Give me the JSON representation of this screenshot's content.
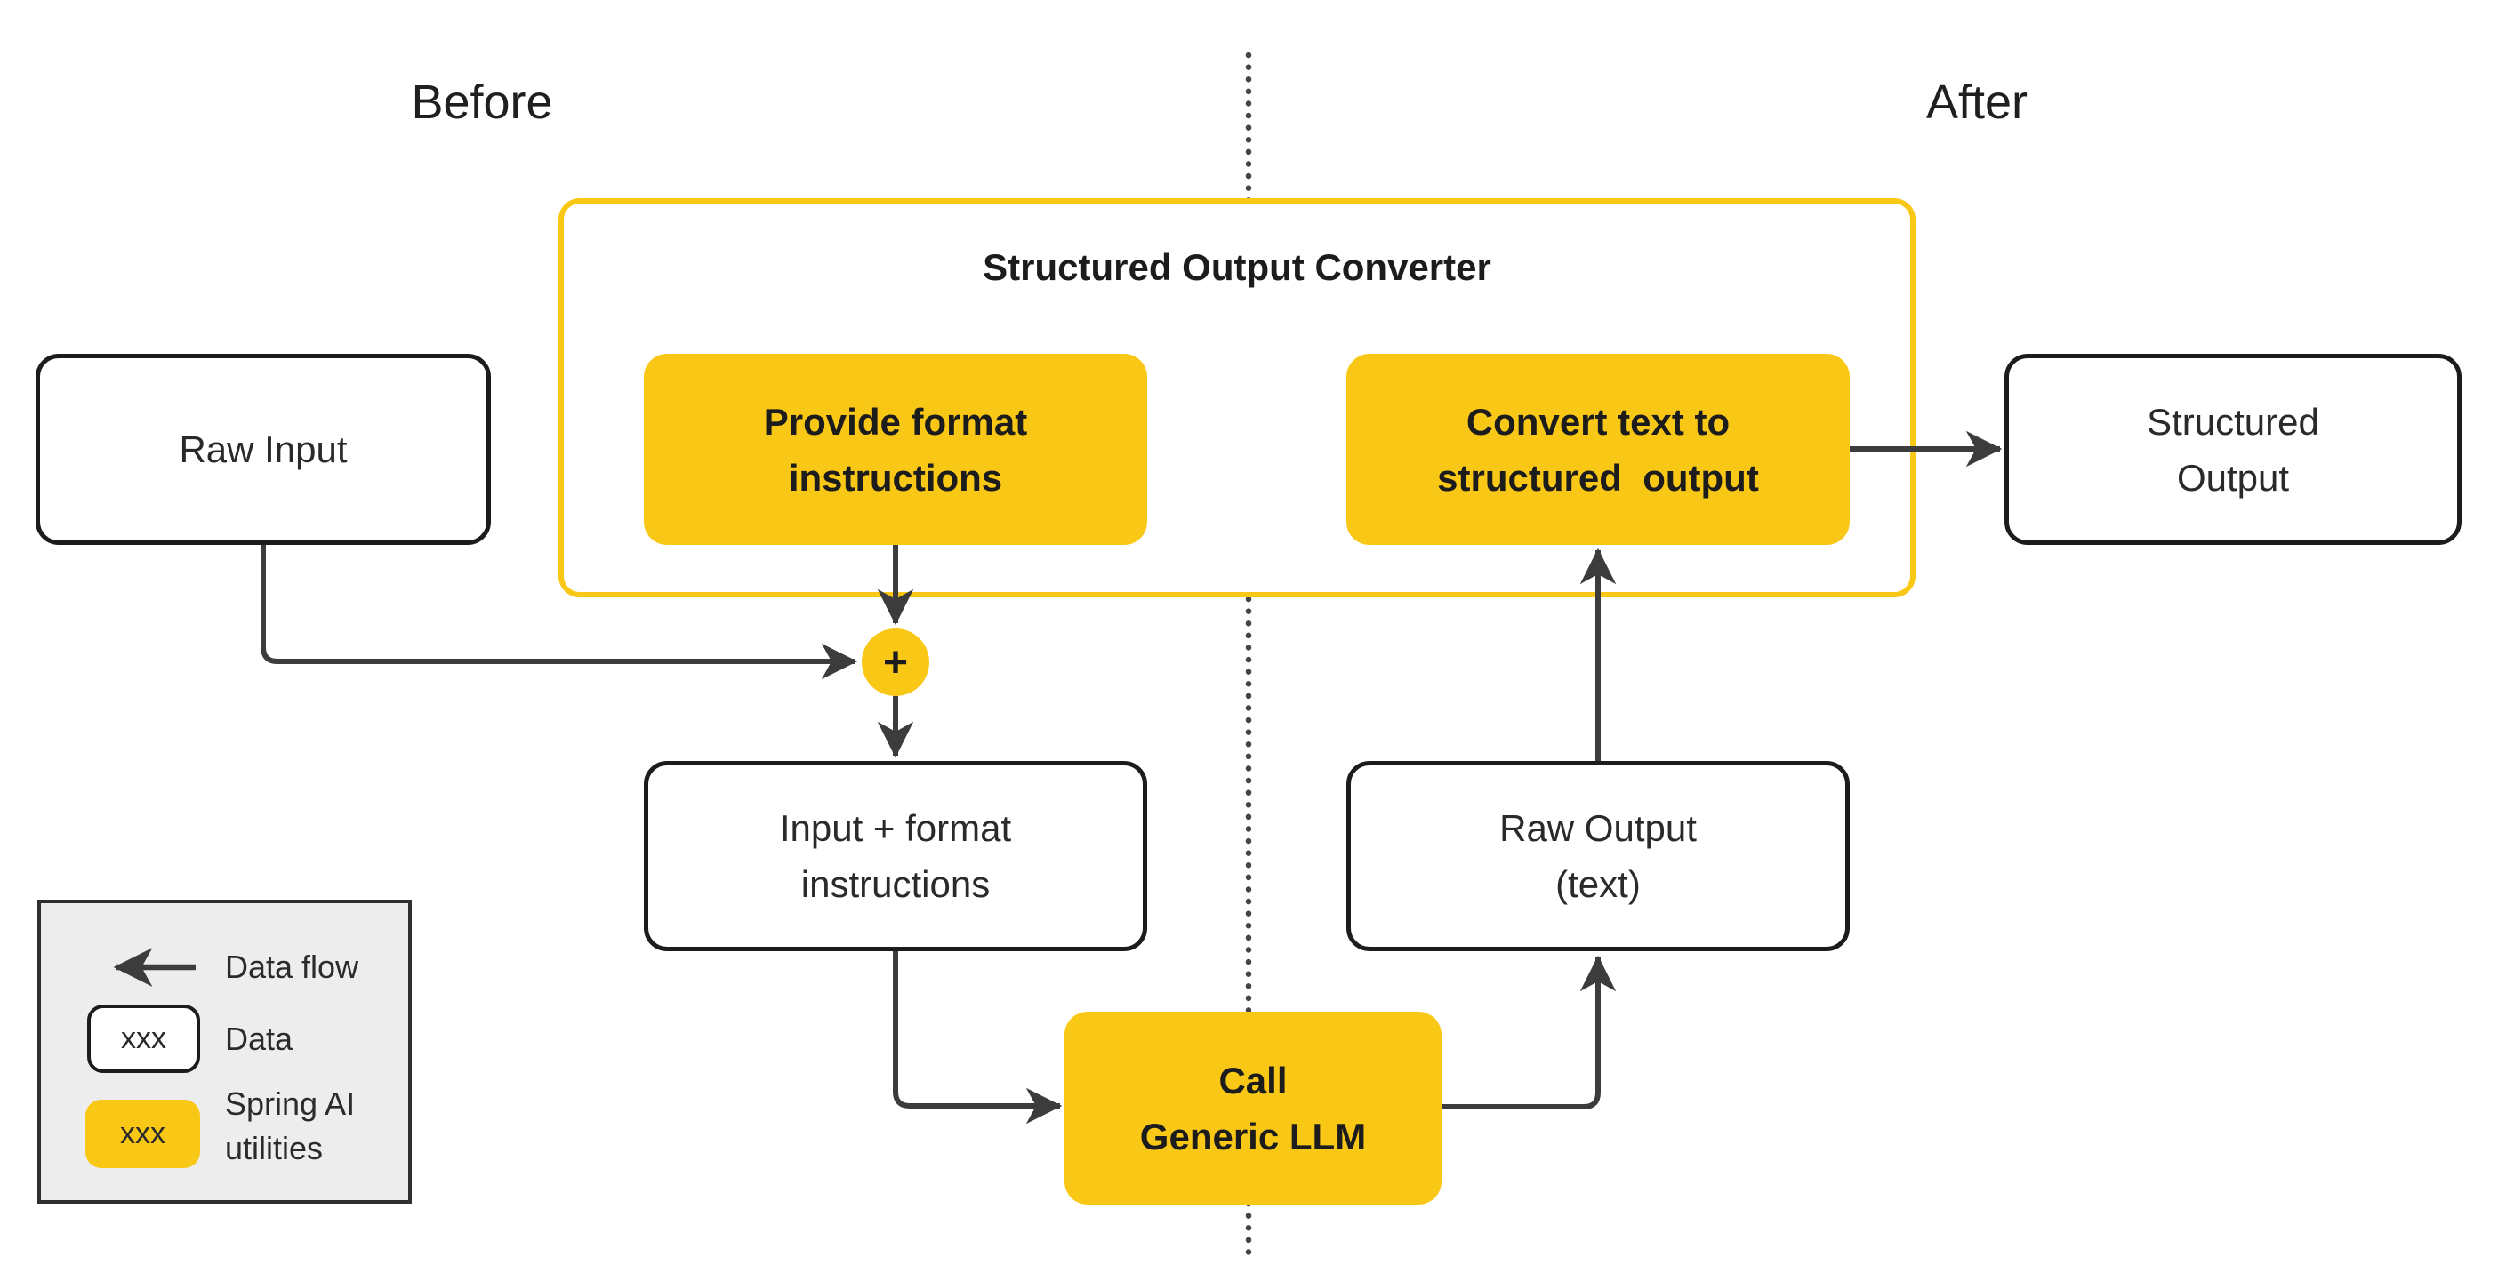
{
  "titles": {
    "before": "Before",
    "after": "After"
  },
  "converter": {
    "title": "Structured Output Converter"
  },
  "nodes": {
    "raw_input": {
      "label": "Raw Input"
    },
    "provide_format_instructions": {
      "label": "Provide format\ninstructions"
    },
    "convert_text_to_structured_output": {
      "label": "Convert text to\nstructured  output"
    },
    "structured_output": {
      "label": "Structured\nOutput"
    },
    "input_plus_format_instructions": {
      "label": "Input + format\ninstructions"
    },
    "raw_output_text": {
      "label": "Raw Output\n(text)"
    },
    "call_generic_llm": {
      "label": "Call\nGeneric LLM"
    },
    "merge_plus": {
      "label": "+"
    }
  },
  "legend": {
    "data_flow_label": "Data flow",
    "data_box_text": "xxx",
    "data_label": "Data",
    "spring_box_text": "xxx",
    "spring_label": "Spring AI utilities"
  },
  "colors": {
    "accent_yellow": "#F9C716",
    "arrow_gray": "#3C3C3C",
    "node_border_black": "#1C1C1C",
    "legend_background": "#EDEDED"
  }
}
